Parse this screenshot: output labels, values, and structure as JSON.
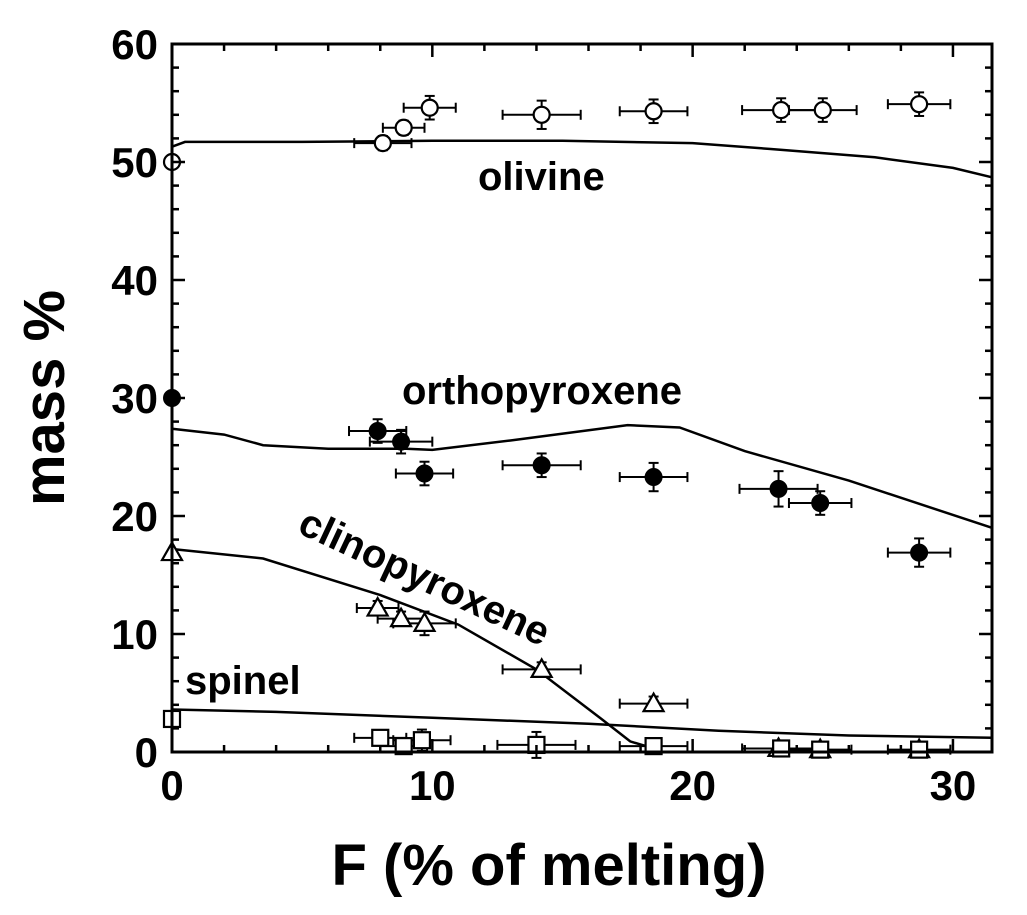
{
  "chart_data": {
    "type": "scatter",
    "xlabel": "F (% of melting)",
    "ylabel": "mass %",
    "xlim": [
      0,
      31.5
    ],
    "ylim": [
      0,
      60
    ],
    "xticks": [
      "0",
      "10",
      "20",
      "30"
    ],
    "yticks": [
      "0",
      "10",
      "20",
      "30",
      "40",
      "50",
      "60"
    ],
    "grid": false,
    "annotations": [
      "olivine",
      "orthopyroxene",
      "clinopyroxene",
      "spinel"
    ],
    "series": [
      {
        "marker": "open-circle",
        "points": [
          {
            "x": 0,
            "y": 50.0,
            "xerr": 0,
            "yerr": 0
          },
          {
            "x": 8.1,
            "y": 51.6,
            "xerr": 1.1,
            "yerr": 0.6
          },
          {
            "x": 8.9,
            "y": 52.9,
            "xerr": 0.8,
            "yerr": 0.6
          },
          {
            "x": 9.9,
            "y": 54.6,
            "xerr": 1.0,
            "yerr": 1.0
          },
          {
            "x": 14.2,
            "y": 54.0,
            "xerr": 1.5,
            "yerr": 1.2
          },
          {
            "x": 18.5,
            "y": 54.3,
            "xerr": 1.3,
            "yerr": 1.0
          },
          {
            "x": 23.4,
            "y": 54.4,
            "xerr": 1.5,
            "yerr": 1.0
          },
          {
            "x": 25.0,
            "y": 54.4,
            "xerr": 1.3,
            "yerr": 1.0
          },
          {
            "x": 28.7,
            "y": 54.9,
            "xerr": 1.2,
            "yerr": 1.0
          }
        ],
        "curve": [
          [
            0,
            51.3
          ],
          [
            0.5,
            51.7
          ],
          [
            5,
            51.7
          ],
          [
            10,
            51.8
          ],
          [
            15,
            51.8
          ],
          [
            20,
            51.6
          ],
          [
            23,
            51.1
          ],
          [
            27,
            50.4
          ],
          [
            30,
            49.5
          ],
          [
            31.5,
            48.7
          ]
        ]
      },
      {
        "marker": "filled-circle",
        "points": [
          {
            "x": 0,
            "y": 30.0,
            "xerr": 0,
            "yerr": 0
          },
          {
            "x": 7.9,
            "y": 27.2,
            "xerr": 1.1,
            "yerr": 1.0
          },
          {
            "x": 8.8,
            "y": 26.3,
            "xerr": 1.2,
            "yerr": 1.0
          },
          {
            "x": 9.7,
            "y": 23.6,
            "xerr": 1.1,
            "yerr": 1.0
          },
          {
            "x": 14.2,
            "y": 24.3,
            "xerr": 1.5,
            "yerr": 1.0
          },
          {
            "x": 18.5,
            "y": 23.3,
            "xerr": 1.3,
            "yerr": 1.2
          },
          {
            "x": 23.3,
            "y": 22.3,
            "xerr": 1.5,
            "yerr": 1.5
          },
          {
            "x": 24.9,
            "y": 21.1,
            "xerr": 1.2,
            "yerr": 1.0
          },
          {
            "x": 28.7,
            "y": 16.9,
            "xerr": 1.2,
            "yerr": 1.2
          }
        ],
        "curve": [
          [
            0,
            27.4
          ],
          [
            2,
            26.9
          ],
          [
            3.5,
            26.0
          ],
          [
            6,
            25.7
          ],
          [
            9,
            25.7
          ],
          [
            10,
            25.6
          ],
          [
            13,
            26.4
          ],
          [
            17.5,
            27.7
          ],
          [
            19.5,
            27.5
          ],
          [
            22,
            25.5
          ],
          [
            26,
            23.0
          ],
          [
            31.5,
            19.0
          ]
        ]
      },
      {
        "marker": "open-triangle",
        "points": [
          {
            "x": 0,
            "y": 16.9,
            "xerr": 0,
            "yerr": 0
          },
          {
            "x": 7.9,
            "y": 12.2,
            "xerr": 0.8,
            "yerr": 0.6
          },
          {
            "x": 8.8,
            "y": 11.3,
            "xerr": 0.9,
            "yerr": 0.6
          },
          {
            "x": 9.7,
            "y": 10.9,
            "xerr": 1.2,
            "yerr": 1.0
          },
          {
            "x": 14.2,
            "y": 7.0,
            "xerr": 1.5,
            "yerr": 0.6
          },
          {
            "x": 18.5,
            "y": 4.1,
            "xerr": 1.3,
            "yerr": 0.6
          },
          {
            "x": 23.3,
            "y": 0.3,
            "xerr": 0,
            "yerr": 0
          },
          {
            "x": 24.9,
            "y": 0.2,
            "xerr": 0,
            "yerr": 0
          },
          {
            "x": 28.7,
            "y": 0.2,
            "xerr": 0,
            "yerr": 0
          }
        ],
        "curve": [
          [
            0,
            17.2
          ],
          [
            3.5,
            16.4
          ],
          [
            8,
            13.3
          ],
          [
            11,
            10.8
          ],
          [
            14,
            7.0
          ],
          [
            16.5,
            2.8
          ],
          [
            17.6,
            0.9
          ],
          [
            18.2,
            0.5
          ]
        ]
      },
      {
        "marker": "open-square",
        "points": [
          {
            "x": 0,
            "y": 2.8,
            "xerr": 0,
            "yerr": 0
          },
          {
            "x": 8.0,
            "y": 1.2,
            "xerr": 1.0,
            "yerr": 0.5
          },
          {
            "x": 8.9,
            "y": 0.5,
            "xerr": 0.9,
            "yerr": 0.5
          },
          {
            "x": 9.6,
            "y": 1.0,
            "xerr": 1.1,
            "yerr": 0.9
          },
          {
            "x": 14.0,
            "y": 0.6,
            "xerr": 1.5,
            "yerr": 1.1
          },
          {
            "x": 18.5,
            "y": 0.5,
            "xerr": 1.3,
            "yerr": 0.5
          },
          {
            "x": 23.4,
            "y": 0.3,
            "xerr": 1.5,
            "yerr": 0.5
          },
          {
            "x": 24.9,
            "y": 0.2,
            "xerr": 1.2,
            "yerr": 0.3
          },
          {
            "x": 28.7,
            "y": 0.2,
            "xerr": 1.2,
            "yerr": 0.3
          }
        ],
        "curve": [
          [
            0,
            3.6
          ],
          [
            4,
            3.4
          ],
          [
            10,
            2.9
          ],
          [
            16,
            2.4
          ],
          [
            21,
            1.8
          ],
          [
            26,
            1.4
          ],
          [
            31.5,
            1.2
          ]
        ]
      }
    ]
  }
}
